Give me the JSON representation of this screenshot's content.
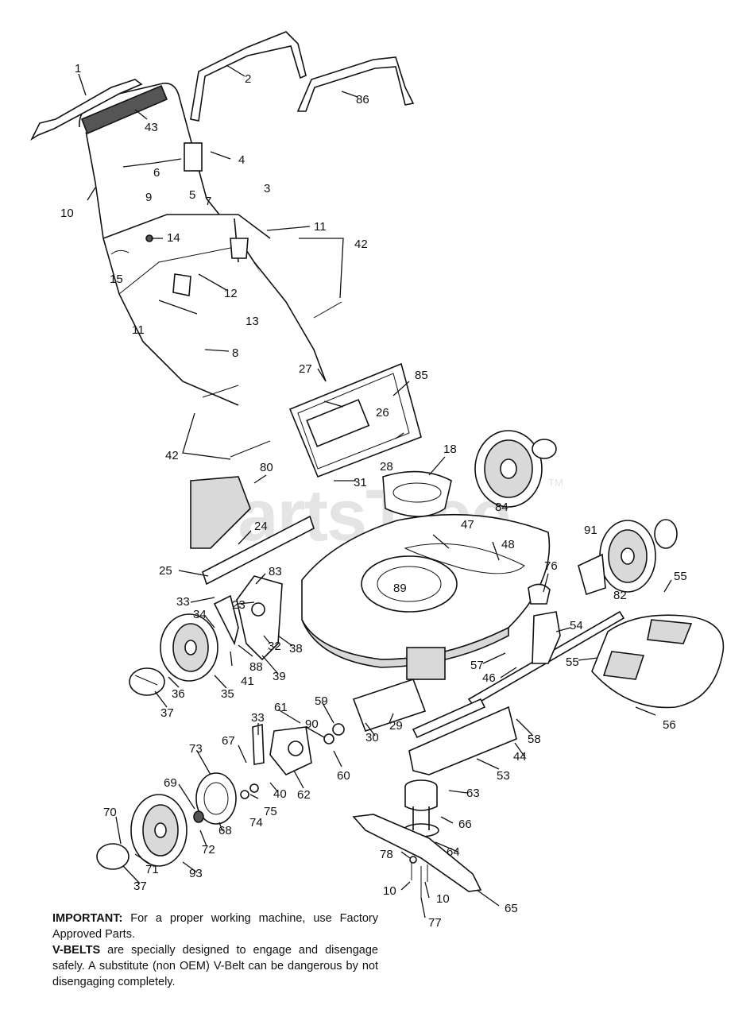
{
  "watermark": {
    "text": "PartsTree",
    "tm": "TM"
  },
  "labels": {
    "l1": "1",
    "l2": "2",
    "l3": "3",
    "l4": "4",
    "l5": "5",
    "l6": "6",
    "l7": "7",
    "l8": "8",
    "l9": "9",
    "l10a": "10",
    "l10b": "10",
    "l10c": "10",
    "l11a": "11",
    "l11b": "11",
    "l12": "12",
    "l13": "13",
    "l14": "14",
    "l15": "15",
    "l18": "18",
    "l23": "23",
    "l24": "24",
    "l25": "25",
    "l26": "26",
    "l27": "27",
    "l28": "28",
    "l29": "29",
    "l30": "30",
    "l31": "31",
    "l32": "32",
    "l33a": "33",
    "l33b": "33",
    "l34": "34",
    "l35": "35",
    "l36": "36",
    "l37a": "37",
    "l37b": "37",
    "l38": "38",
    "l39": "39",
    "l40": "40",
    "l41": "41",
    "l42a": "42",
    "l42b": "42",
    "l43": "43",
    "l44": "44",
    "l46": "46",
    "l47": "47",
    "l48": "48",
    "l53": "53",
    "l54": "54",
    "l55a": "55",
    "l55b": "55",
    "l56": "56",
    "l57": "57",
    "l58": "58",
    "l59": "59",
    "l60": "60",
    "l61": "61",
    "l62": "62",
    "l63": "63",
    "l64": "64",
    "l65": "65",
    "l66": "66",
    "l67": "67",
    "l68": "68",
    "l69": "69",
    "l70": "70",
    "l71": "71",
    "l72": "72",
    "l73": "73",
    "l74": "74",
    "l75": "75",
    "l76": "76",
    "l77": "77",
    "l78": "78",
    "l80": "80",
    "l82": "82",
    "l83": "83",
    "l84": "84",
    "l85": "85",
    "l86": "86",
    "l88": "88",
    "l89": "89",
    "l90": "90",
    "l91": "91",
    "l93": "93"
  },
  "notes": {
    "important_label": "IMPORTANT:",
    "important_text": " For a proper working machine, use Factory Approved Parts.",
    "vbelts_label": "V-BELTS",
    "vbelts_text": " are specially designed to engage and disengage safely.  A substitute (non OEM) V-Belt can be dangerous by not disengaging completely."
  }
}
